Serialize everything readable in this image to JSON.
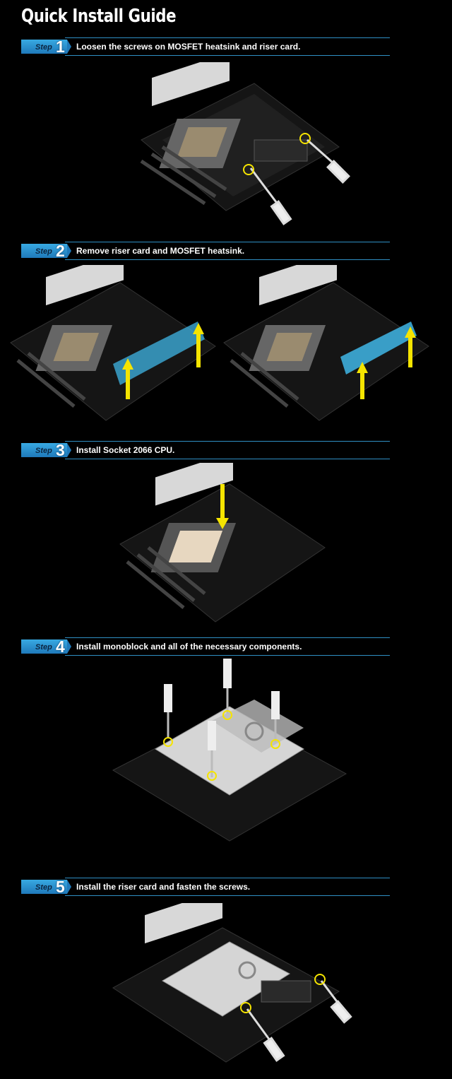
{
  "page": {
    "title": "Quick Install Guide"
  },
  "steps": [
    {
      "label": "Step",
      "number": "1",
      "text": "Loosen the screws on MOSFET heatsink and riser card."
    },
    {
      "label": "Step",
      "number": "2",
      "text": "Remove riser card and MOSFET heatsink."
    },
    {
      "label": "Step",
      "number": "3",
      "text": "Install Socket 2066 CPU."
    },
    {
      "label": "Step",
      "number": "4",
      "text": "Install monoblock and all of the necessary components."
    },
    {
      "label": "Step",
      "number": "5",
      "text": "Install the riser card and fasten the screws."
    }
  ],
  "colors": {
    "accent": "#2f8fc4",
    "badge": "#1f79ba",
    "highlight": "#f5e400",
    "heatsink": "#3fb6e6",
    "board": "#1b1b1b"
  },
  "icons": [
    "screwdriver-icon",
    "arrow-up-icon",
    "arrow-down-icon",
    "screw-rotate-icon"
  ]
}
